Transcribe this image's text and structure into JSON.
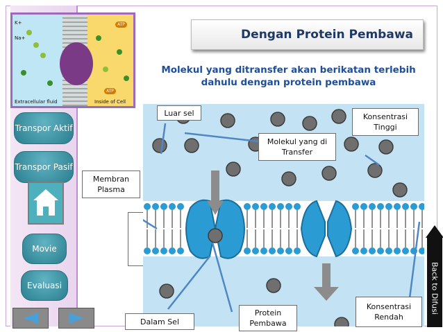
{
  "title": "Dengan Protein Pembawa",
  "subtitle": "Molekul yang ditransfer  akan berikatan terlebih dahulu dengan protein pembawa",
  "thumbnail": {
    "labels": {
      "k": "K+",
      "na": "Na+",
      "extracellular": "Extracellular fluid",
      "inside": "Inside of Cell",
      "atp1": "ATP",
      "atp2": "ATP"
    }
  },
  "sidebar": {
    "items": [
      {
        "label": "Transpor Aktif"
      },
      {
        "label": "Transpor Pasif"
      },
      {
        "label": "Movie"
      },
      {
        "label": "Evaluasi"
      }
    ]
  },
  "callouts": {
    "luar_sel": "Luar sel",
    "konsentrasi_tinggi": "Konsentrasi Tinggi",
    "molekul": "Molekul yang di Transfer",
    "membran": "Membran Plasma",
    "dalam_sel": "Dalam Sel",
    "protein": "Protein Pembawa",
    "konsentrasi_rendah": "Konsentrasi Rendah"
  },
  "back_button": "Back to Difusi",
  "colors": {
    "accent": "#2a7e8e",
    "title": "#1f3864",
    "subtitle": "#1f4e9a",
    "panel": "#c3e3f5",
    "protein": "#2b9bd3"
  },
  "icons": [
    "home-icon",
    "arrow-left-icon",
    "arrow-right-icon",
    "arrow-up-icon"
  ]
}
